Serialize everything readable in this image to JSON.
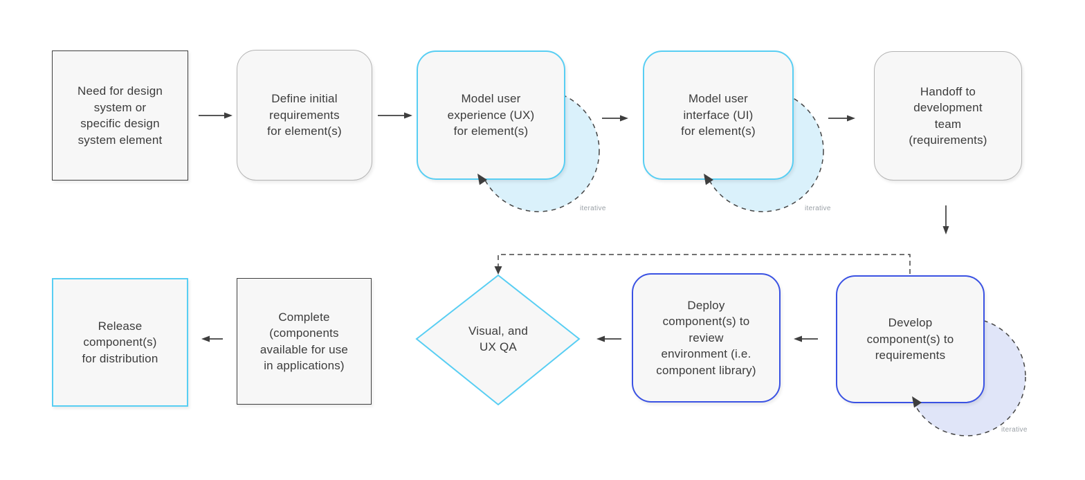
{
  "diagram": {
    "nodes": [
      {
        "id": "need",
        "shape": "rectangle",
        "label": "Need for design\nsystem or\nspecific design\nsystem element"
      },
      {
        "id": "define",
        "shape": "rounded-rectangle",
        "label": "Define initial\nrequirements\nfor element(s)"
      },
      {
        "id": "model-ux",
        "shape": "rounded-rectangle",
        "label": "Model user\nexperience (UX)\nfor element(s)"
      },
      {
        "id": "model-ui",
        "shape": "rounded-rectangle",
        "label": "Model user\ninterface (UI)\nfor element(s)"
      },
      {
        "id": "handoff",
        "shape": "rounded-rectangle",
        "label": "Handoff to\ndevelopment\nteam\n(requirements)"
      },
      {
        "id": "develop",
        "shape": "rounded-rectangle",
        "label": "Develop\ncomponent(s) to\nrequirements"
      },
      {
        "id": "deploy",
        "shape": "rounded-rectangle",
        "label": "Deploy\ncomponent(s) to\nreview\nenvironment (i.e.\ncomponent library)"
      },
      {
        "id": "qa",
        "shape": "diamond",
        "label": "Visual, and\nUX QA"
      },
      {
        "id": "complete",
        "shape": "rectangle",
        "label": "Complete\n(components\navailable for use\nin applications)"
      },
      {
        "id": "release",
        "shape": "rectangle",
        "label": "Release\ncomponent(s)\nfor distribution"
      }
    ],
    "annotations": {
      "iterative": "iterative"
    },
    "colors": {
      "cyan_border": "#58cef3",
      "blue_border": "#3a52e3",
      "gray_border": "#b3b3b3",
      "dark_border": "#3e3e3e",
      "node_fill": "#f7f7f7",
      "cyan_loop_fill": "#daf1fb",
      "blue_loop_fill": "#e0e5f8",
      "arrow": "#3e3e3e",
      "label_text": "#3b3b3b",
      "iterative_text": "#9aa0a6"
    }
  }
}
